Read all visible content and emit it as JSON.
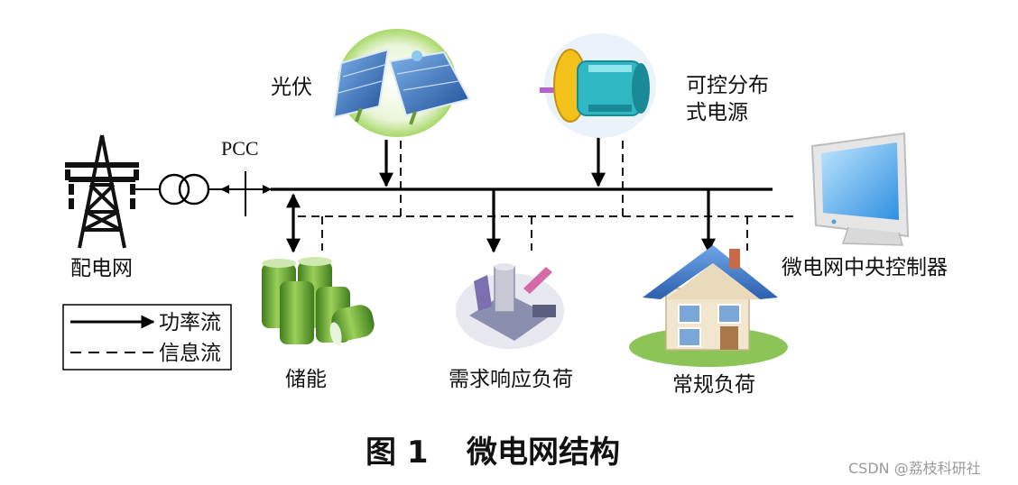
{
  "labels": {
    "pv": "光伏",
    "controllable": [
      "可控分布",
      "式电源"
    ],
    "pcc": "PCC",
    "grid": "配电网",
    "controller": "微电网中央控制器",
    "storage": "储能",
    "demand_response": "需求响应负荷",
    "regular_load": "常规负荷"
  },
  "legend": {
    "power_flow": "功率流",
    "info_flow": "信息流"
  },
  "caption": {
    "number": "图 1",
    "title": "微电网结构"
  },
  "watermark": "CSDN @荔枝科研社",
  "colors": {
    "pv_glow": "#a8d86a",
    "panel_blue": "#2f6fc2",
    "turbine_teal": "#2fb7c4",
    "turbine_yellow": "#f2c21a",
    "battery_green": "#6aa832",
    "house_blue": "#3c78c8",
    "house_wall": "#f2e6cf",
    "monitor_blue": "#4aa6ea"
  }
}
